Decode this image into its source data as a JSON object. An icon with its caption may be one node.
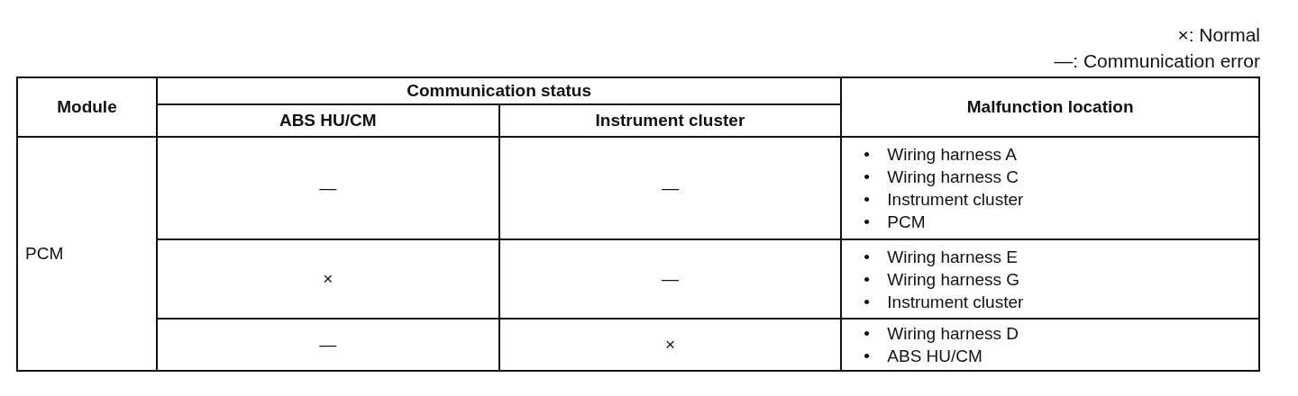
{
  "diagram": {
    "labels": [
      "×: Normal",
      "—: Communication error",
      "Module",
      "Communication status",
      "Malfunction location",
      "ABS HU/CM",
      "Instrument cluster",
      "PCM",
      "—",
      "—",
      "•",
      "Wiring harness A",
      "•",
      "Wiring harness C",
      "•",
      "Instrument cluster",
      "•",
      "PCM",
      "×",
      "—",
      "•",
      "Wiring harness E",
      "•",
      "Wiring harness G",
      "•",
      "Instrument cluster",
      "—",
      "×",
      "•",
      "Wiring harness D",
      "•",
      "ABS HU/CM"
    ]
  }
}
